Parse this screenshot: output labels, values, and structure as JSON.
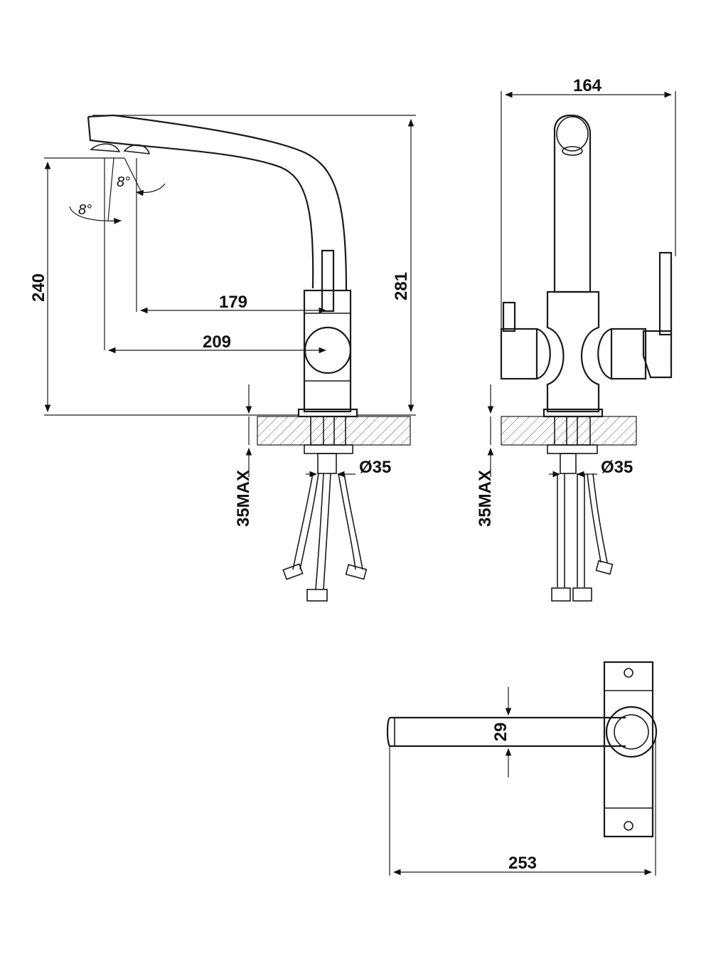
{
  "side_view": {
    "dim_height_total": "281",
    "dim_spout_height": "240",
    "dim_reach_lever": "179",
    "dim_reach_body": "209",
    "angle_a": "8°",
    "angle_b": "8°",
    "dim_hole": "Ø35",
    "dim_counter": "35MAX"
  },
  "front_view": {
    "dim_width": "164",
    "dim_hole": "Ø35",
    "dim_counter": "35MAX"
  },
  "top_view": {
    "dim_spout_diameter": "29",
    "dim_length": "253"
  },
  "colors": {
    "line": "#1a1a1a",
    "background": "#ffffff"
  }
}
